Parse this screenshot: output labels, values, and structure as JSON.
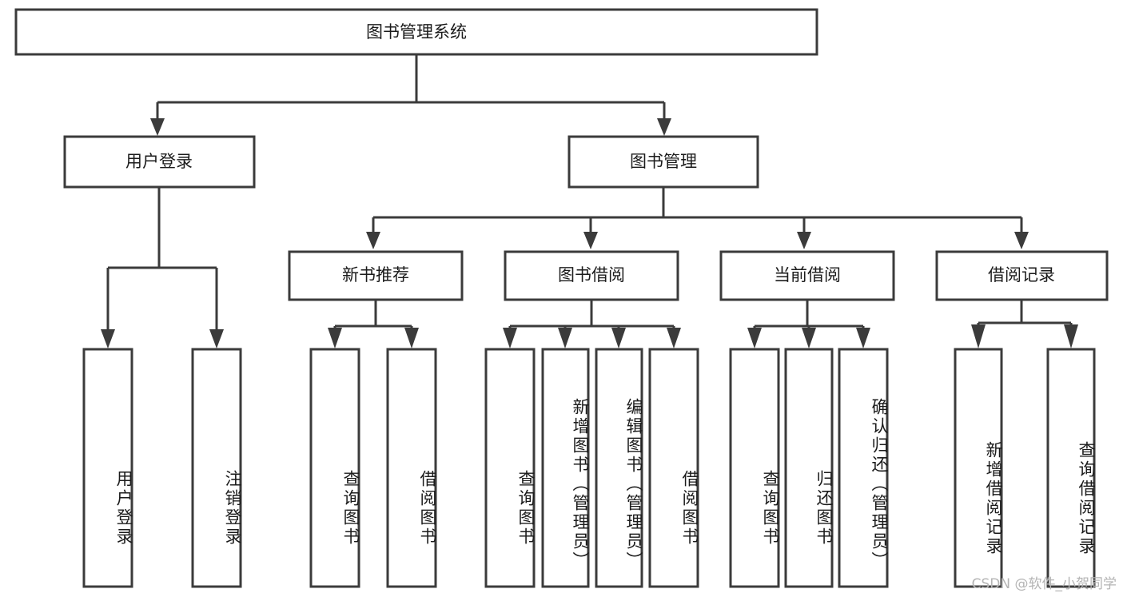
{
  "diagram": {
    "title": "图书管理系统",
    "watermark": "CSDN @软件_小贺同学",
    "colors": {
      "stroke": "#3b3b3b",
      "fill": "#ffffff",
      "text": "#1b1b1b",
      "watermark": "#b4b4b4",
      "background": "#ffffff"
    }
  },
  "chart_data": {
    "type": "diagram",
    "subtype": "tree-hierarchy",
    "title": "图书管理系统",
    "orientation": "top-down",
    "levels": 4,
    "root": {
      "label": "图书管理系统",
      "children": [
        {
          "label": "用户登录",
          "children": [
            {
              "label": "用户登录"
            },
            {
              "label": "注销登录"
            }
          ]
        },
        {
          "label": "图书管理",
          "children": [
            {
              "label": "新书推荐",
              "children": [
                {
                  "label": "查询图书"
                },
                {
                  "label": "借阅图书"
                }
              ]
            },
            {
              "label": "图书借阅",
              "children": [
                {
                  "label": "查询图书"
                },
                {
                  "label": "新增图书（管理员）"
                },
                {
                  "label": "编辑图书（管理员）"
                },
                {
                  "label": "借阅图书"
                }
              ]
            },
            {
              "label": "当前借阅",
              "children": [
                {
                  "label": "查询图书"
                },
                {
                  "label": "归还图书"
                },
                {
                  "label": "确认归还（管理员）"
                }
              ]
            },
            {
              "label": "借阅记录",
              "children": [
                {
                  "label": "新增借阅记录"
                },
                {
                  "label": "查询借阅记录"
                }
              ]
            }
          ]
        }
      ]
    }
  },
  "nodes": {
    "root": {
      "label": "图书管理系统"
    },
    "l1": [
      {
        "label": "用户登录"
      },
      {
        "label": "图书管理"
      }
    ],
    "l2": [
      {
        "label": "新书推荐"
      },
      {
        "label": "图书借阅"
      },
      {
        "label": "当前借阅"
      },
      {
        "label": "借阅记录"
      }
    ],
    "leaves": {
      "user": [
        {
          "label": "用户登录"
        },
        {
          "label": "注销登录"
        }
      ],
      "newbook": [
        {
          "label": "查询图书"
        },
        {
          "label": "借阅图书"
        }
      ],
      "borrow": [
        {
          "label": "查询图书"
        },
        {
          "label": "新增图书（管理员）"
        },
        {
          "label": "编辑图书（管理员）"
        },
        {
          "label": "借阅图书"
        }
      ],
      "current": [
        {
          "label": "查询图书"
        },
        {
          "label": "归还图书"
        },
        {
          "label": "确认归还（管理员）"
        }
      ],
      "record": [
        {
          "label": "新增借阅记录"
        },
        {
          "label": "查询借阅记录"
        }
      ]
    }
  }
}
